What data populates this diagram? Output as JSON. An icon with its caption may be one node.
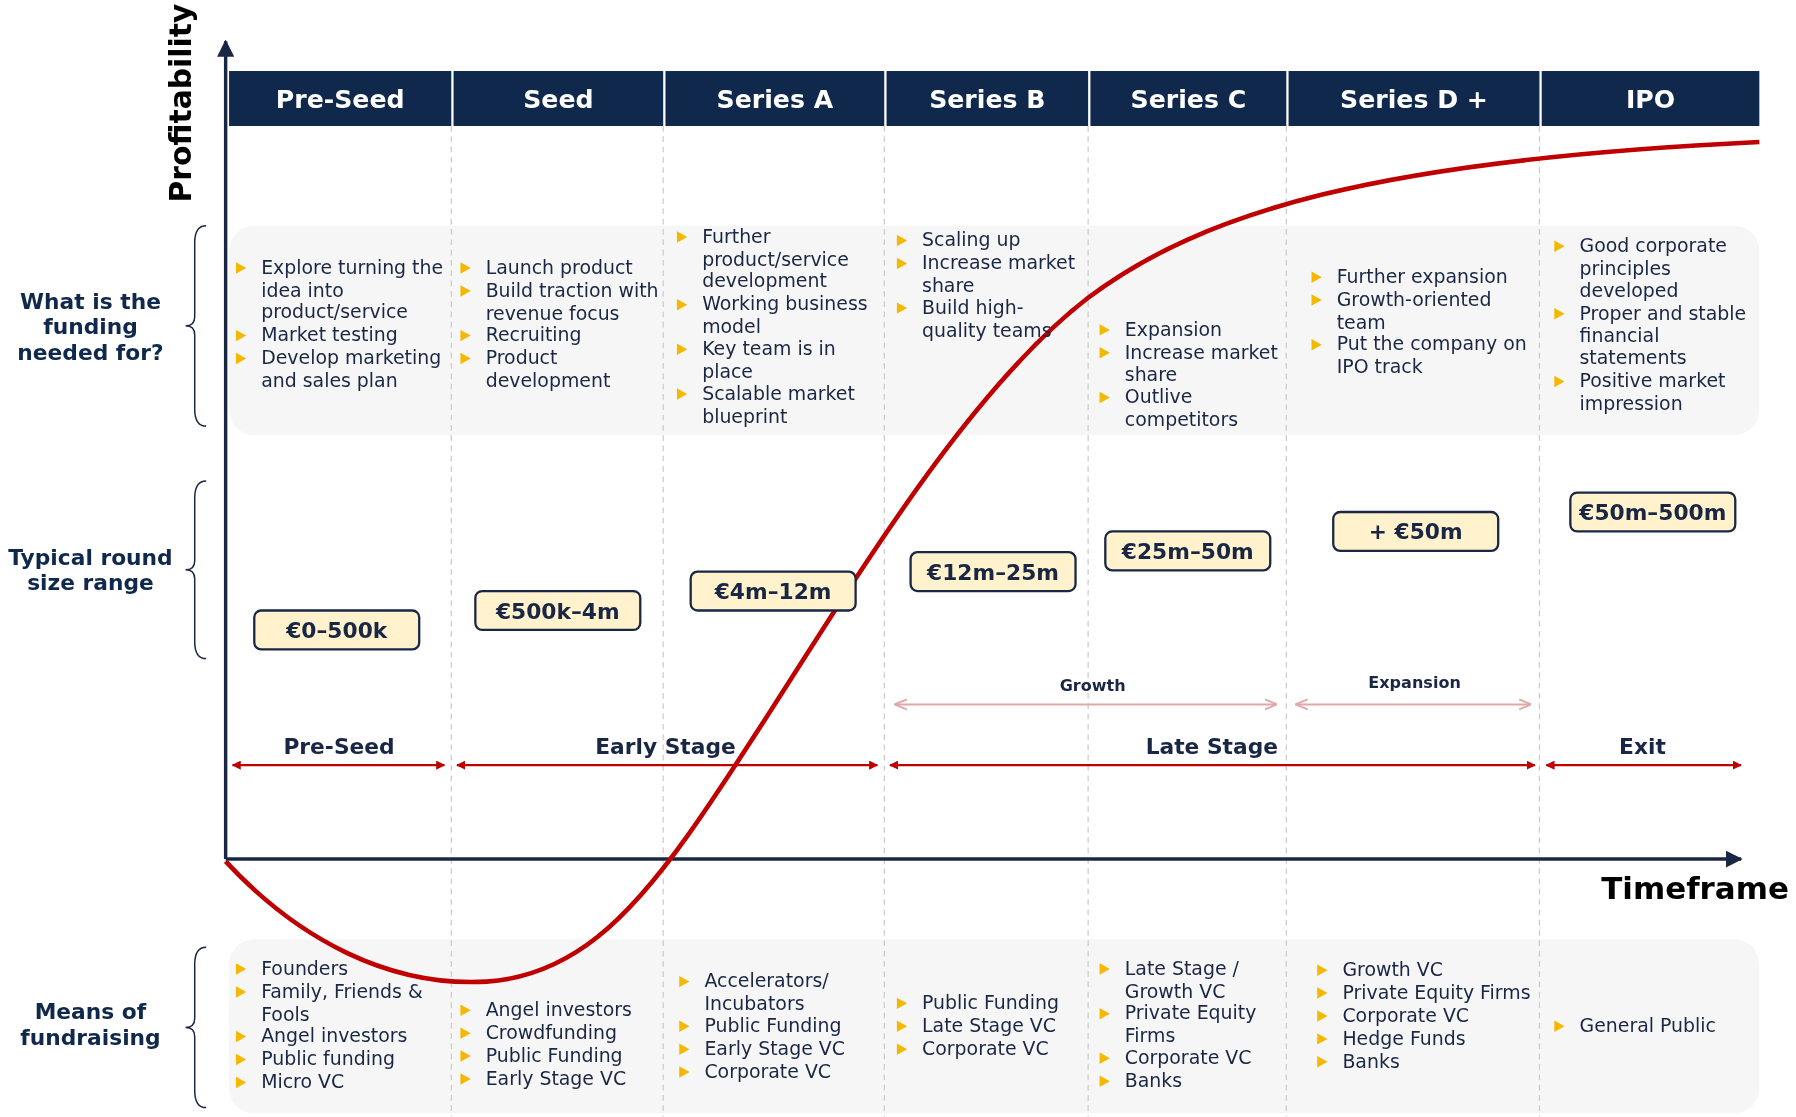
{
  "diagram": {
    "nodes": [
      {
        "text": [
          "Pre-Seed"
        ]
      },
      {
        "text": [
          "Seed"
        ]
      },
      {
        "text": [
          "Series A"
        ]
      },
      {
        "text": [
          "Series B"
        ]
      },
      {
        "text": [
          "Series C"
        ]
      },
      {
        "text": [
          "Series D +"
        ]
      },
      {
        "text": [
          "IPO"
        ]
      },
      {
        "text": [
          "€0–500k"
        ]
      },
      {
        "text": [
          "€500k–4m"
        ]
      },
      {
        "text": [
          "€4m–12m"
        ]
      },
      {
        "text": [
          "€12m–25m"
        ]
      },
      {
        "text": [
          "€25m–50m"
        ]
      },
      {
        "text": [
          "+ €50m"
        ]
      },
      {
        "text": [
          "€50m–500m"
        ]
      }
    ],
    "labels": [
      "Profitability",
      "What is the funding needed for?",
      "Explore turning the idea into product/service",
      "Market testing",
      "Develop marketing and sales plan",
      "Launch product",
      "Build traction with revenue focus",
      "Recruiting",
      "Product development",
      "Further product/service development",
      "Working business model",
      "Key team is in place",
      "Scalable market blueprint",
      "Scaling up",
      "Increase market share",
      "Build high-quality teams",
      "Expansion",
      "Increase market share",
      "Outlive competitors",
      "Further expansion",
      "Growth-oriented team",
      "Put the company on IPO track",
      "Good corporate principles developed",
      "Proper and stable financial statements",
      "Positive market impression",
      "Typical round size range",
      "Growth",
      "Expansion",
      "Pre-Seed",
      "Early Stage",
      "Late Stage",
      "Exit",
      "Timeframe",
      "Means of fundraising",
      "Founders",
      "Family, Friends & Fools",
      "Angel investors",
      "Public funding",
      "Micro VC",
      "Angel investors",
      "Crowdfunding",
      "Public Funding",
      "Early Stage VC",
      "Accelerators/ Incubators",
      "Public Funding",
      "Early Stage VC",
      "Corporate VC",
      "Public Funding",
      "Late Stage VC",
      "Corporate VC",
      "Late Stage / Growth VC",
      "Private Equity Firms",
      "Corporate VC",
      "Banks",
      "Growth VC",
      "Private Equity Firms",
      "Corporate VC",
      "Hedge Funds",
      "Banks",
      "General Public"
    ]
  }
}
